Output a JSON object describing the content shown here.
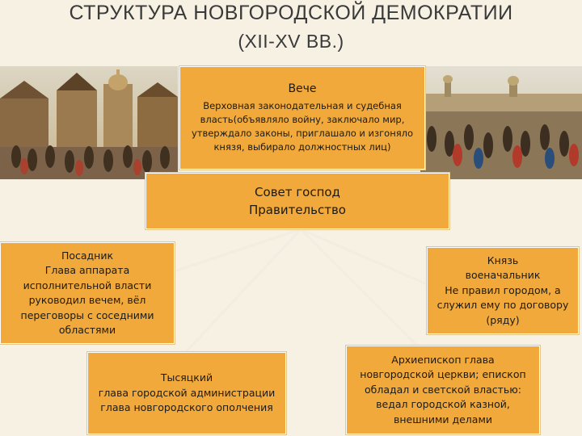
{
  "title": {
    "line1": "СТРУКТУРА НОВГОРОДСКОЙ ДЕМОКРАТИИ",
    "line2": "(XII-XV ВВ.)"
  },
  "veche": {
    "head": "Вече",
    "lines": [
      "Верховная законодательная и судебная",
      "власть(объявляло войну, заключало мир,",
      "утверждало законы, приглашало и изгоняло",
      "князя, выбирало должностных лиц)"
    ]
  },
  "sovet": {
    "lines": [
      "Совет господ",
      "Правительство"
    ]
  },
  "posadnik": {
    "lines": [
      "Посадник",
      "Глава аппарата",
      "исполнительной власти",
      "руководил вечем, вёл",
      "переговоры с соседними",
      "областями"
    ]
  },
  "knyaz": {
    "lines": [
      "Князь",
      "военачальник",
      "Не правил городом, а",
      "служил ему по договору",
      "(ряду)"
    ]
  },
  "tysyatsky": {
    "lines": [
      "Тысяцкий",
      "глава городской администрации",
      "глава новгородского ополчения"
    ]
  },
  "arkhiepiskop": {
    "lines": [
      "Архиепископ глава",
      "новгородской церкви; епископ",
      "обладал и светской властью:",
      "ведал городской казной,",
      "внешними делами"
    ]
  },
  "colors": {
    "box_fill": "#f0a93a",
    "connector": "#f4ece0",
    "title_text": "#3a3a3a",
    "background": "#f6f1e3"
  }
}
